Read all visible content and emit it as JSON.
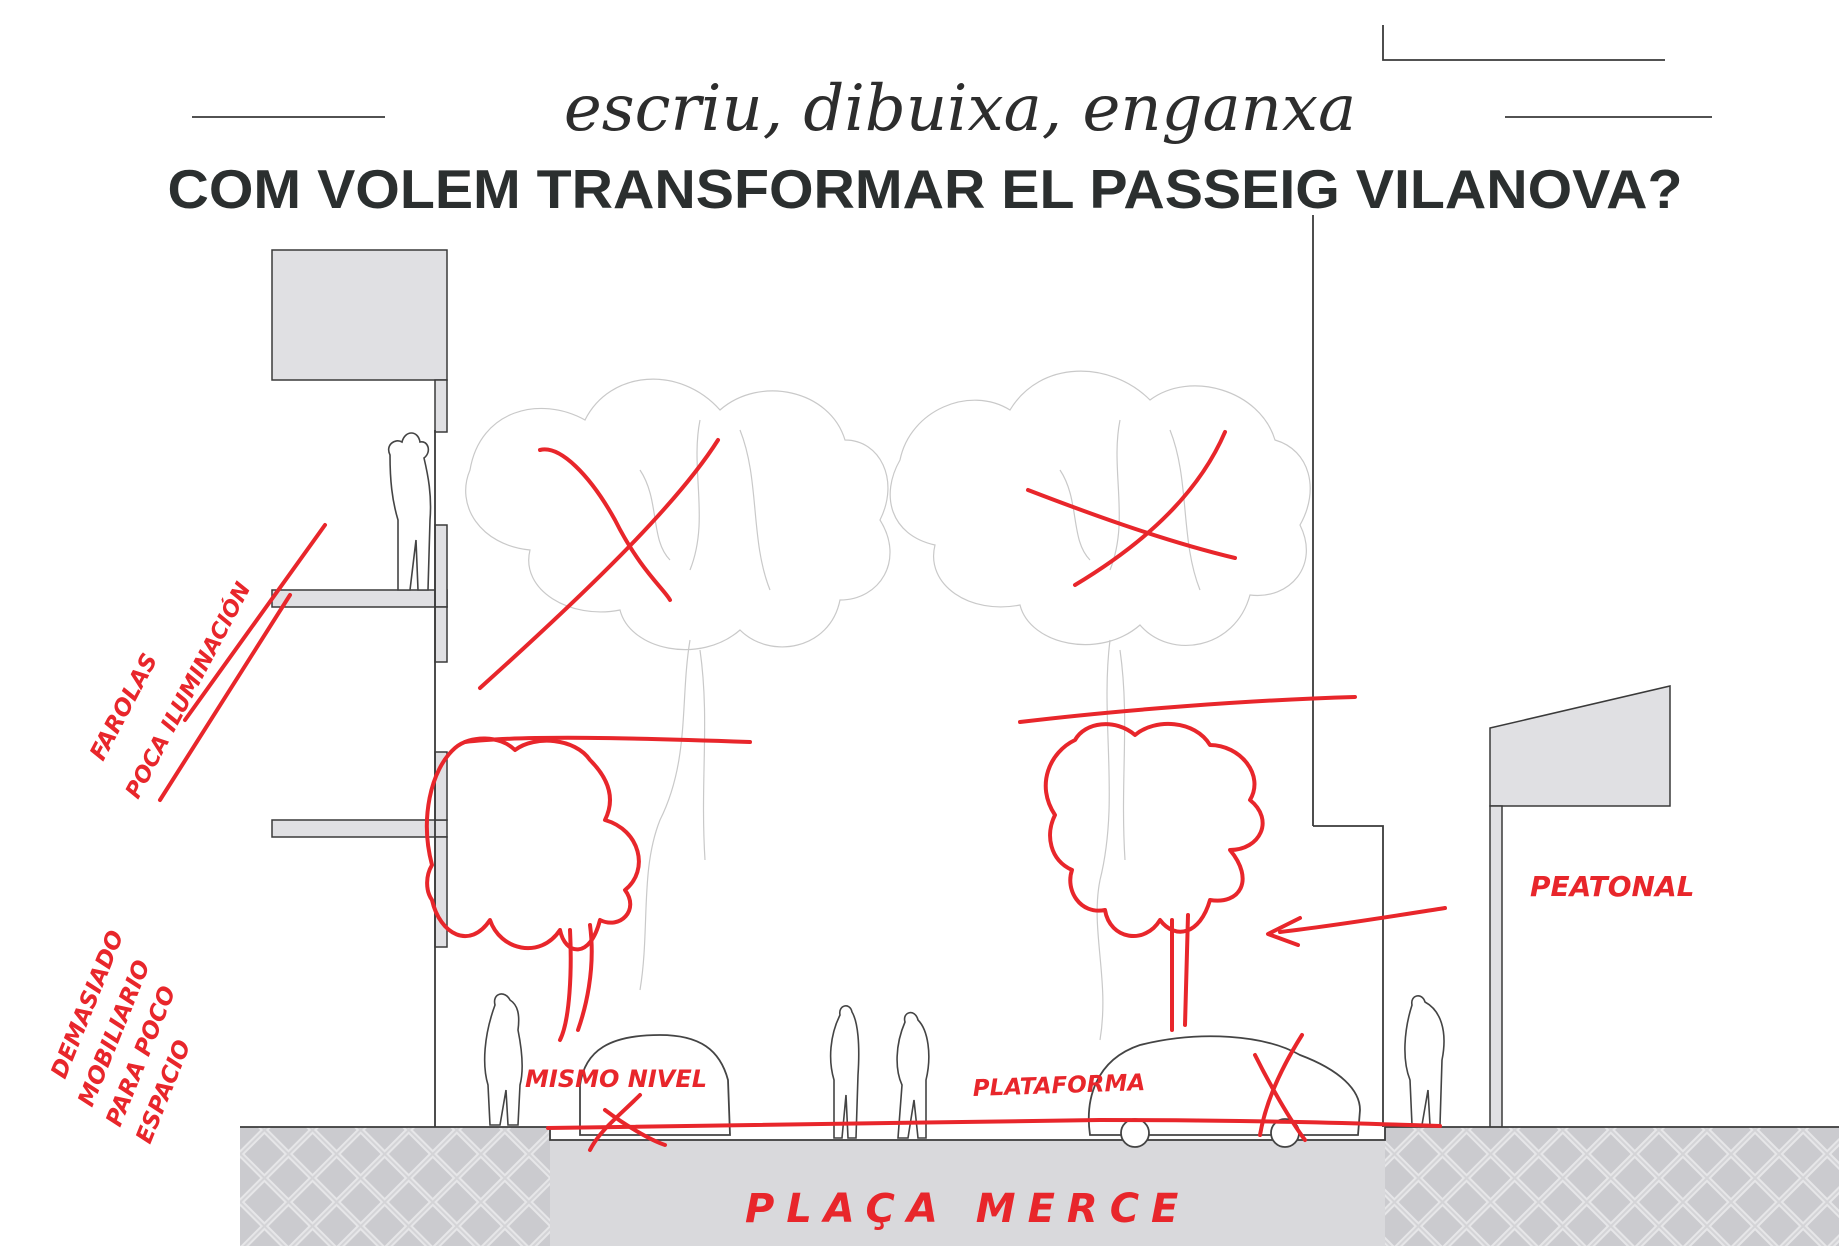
{
  "header": {
    "subtitle": "escriu, dibuixa, enganxa",
    "title": "COM VOLEM TRANSFORMAR EL PASSEIG VILANOVA?"
  },
  "annotations": {
    "farolas": "FAROLAS",
    "poca_iluminacion": "POCA ILUMINACIÓN",
    "demasiado": "DEMASIADO",
    "mobiliario": "MOBILIARIO",
    "para_poco": "PARA POCO",
    "espacio": "ESPACIO",
    "mismo_nivel": "MISMO NIVEL",
    "plataforma": "PLATAFORMA",
    "peatonal": "PEATONAL",
    "placa_merce": "PLAÇA MERCE"
  },
  "colors": {
    "ink": "#e8262b",
    "text": "#2b2f2f",
    "building": "#e0e0e3",
    "pavement": "#d4d4d7"
  }
}
